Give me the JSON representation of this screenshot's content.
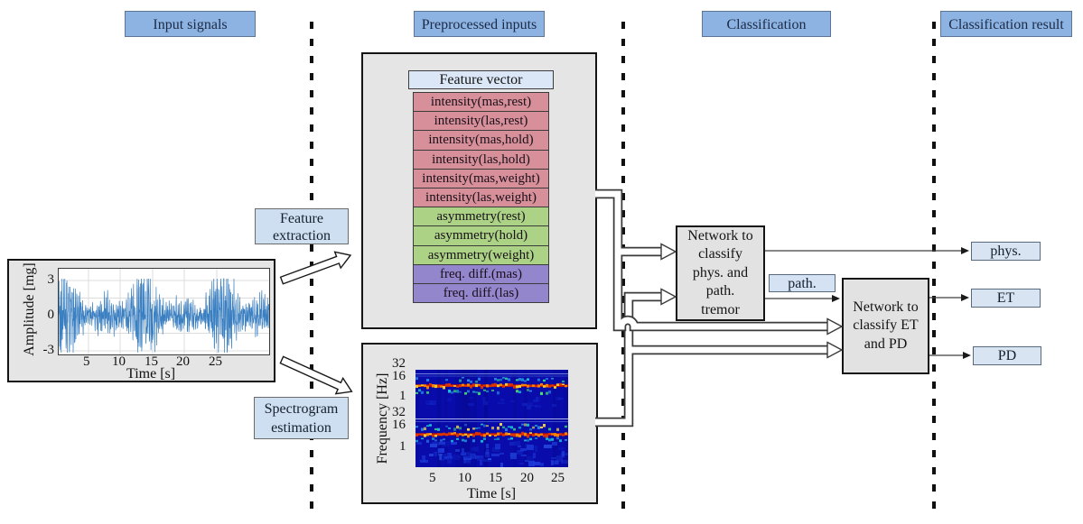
{
  "headers": {
    "input_signals": "Input signals",
    "preprocessed_inputs": "Preprocessed inputs",
    "classification": "Classification",
    "classification_result": "Classification result"
  },
  "signal_plot": {
    "ylabel": "Amplitude [mg]",
    "xlabel": "Time [s]",
    "yticks": [
      "3",
      "0",
      "-3"
    ],
    "xticks": [
      "5",
      "10",
      "15",
      "20",
      "25"
    ]
  },
  "process_boxes": {
    "feature_extraction": "Feature\nextraction",
    "spectrogram_estimation": "Spectrogram\nestimation"
  },
  "feature_vector": {
    "title": "Feature vector",
    "rows": [
      {
        "label": "intensity(mas,rest)",
        "color": "#d78f9a"
      },
      {
        "label": "intensity(las,rest)",
        "color": "#d78f9a"
      },
      {
        "label": "intensity(mas,hold)",
        "color": "#d78f9a"
      },
      {
        "label": "intensity(las,hold)",
        "color": "#d78f9a"
      },
      {
        "label": "intensity(mas,weight)",
        "color": "#d78f9a"
      },
      {
        "label": "intensity(las,weight)",
        "color": "#d78f9a"
      },
      {
        "label": "asymmetry(rest)",
        "color": "#abd285"
      },
      {
        "label": "asymmetry(hold)",
        "color": "#abd285"
      },
      {
        "label": "asymmetry(weight)",
        "color": "#abd285"
      },
      {
        "label": "freq. diff.(mas)",
        "color": "#9486cc"
      },
      {
        "label": "freq. diff.(las)",
        "color": "#9486cc"
      }
    ]
  },
  "spectrogram_plot": {
    "ylabel": "Frequency [Hz]",
    "xlabel": "Time [s]",
    "yticks": [
      "32",
      "16",
      "1",
      "32",
      "16",
      "1"
    ],
    "xticks": [
      "5",
      "10",
      "15",
      "20",
      "25"
    ]
  },
  "classification": {
    "network1_label": "Network to\nclassify\nphys. and\npath.\ntremor",
    "path_label": "path.",
    "network2_label": "Network to\nclassify ET\nand PD"
  },
  "results": {
    "phys": "phys.",
    "et": "ET",
    "pd": "PD"
  },
  "palette": {
    "header_blue": "#8db3e2",
    "light_blue_box": "#cfdff2",
    "result_box_blue": "#d8e4f2",
    "panel_grey": "#e5e5e5",
    "signal_line_blue": "#3a7fc1",
    "row_pink": "#d78f9a",
    "row_green": "#abd285",
    "row_purple": "#9486cc"
  }
}
